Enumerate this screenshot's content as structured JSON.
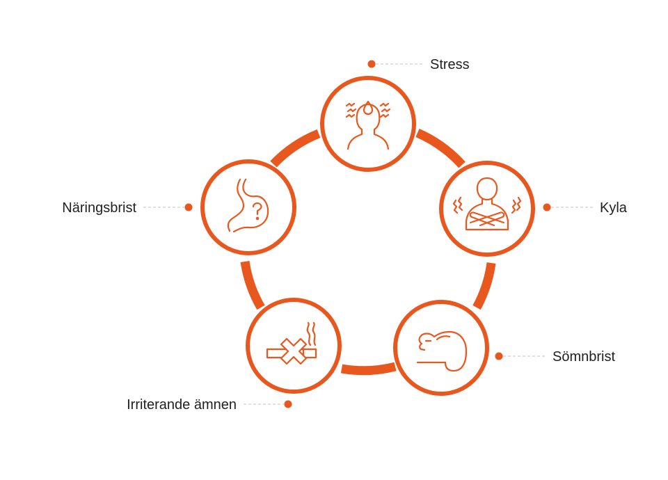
{
  "colors": {
    "accent": "#E8571E",
    "leader": "#cfcfcf",
    "text": "#1f1f1f",
    "bg": "#ffffff"
  },
  "factors": [
    {
      "id": "stress",
      "label": "Stress",
      "icon": "stressed-person-icon"
    },
    {
      "id": "kyla",
      "label": "Kyla",
      "icon": "shivering-person-icon"
    },
    {
      "id": "somnbrist",
      "label": "Sömnbrist",
      "icon": "sleeping-head-icon"
    },
    {
      "id": "irriterande",
      "label": "Irriterande ämnen",
      "icon": "no-smoking-icon"
    },
    {
      "id": "naringsbrist",
      "label": "Näringsbrist",
      "icon": "stomach-question-icon"
    }
  ]
}
